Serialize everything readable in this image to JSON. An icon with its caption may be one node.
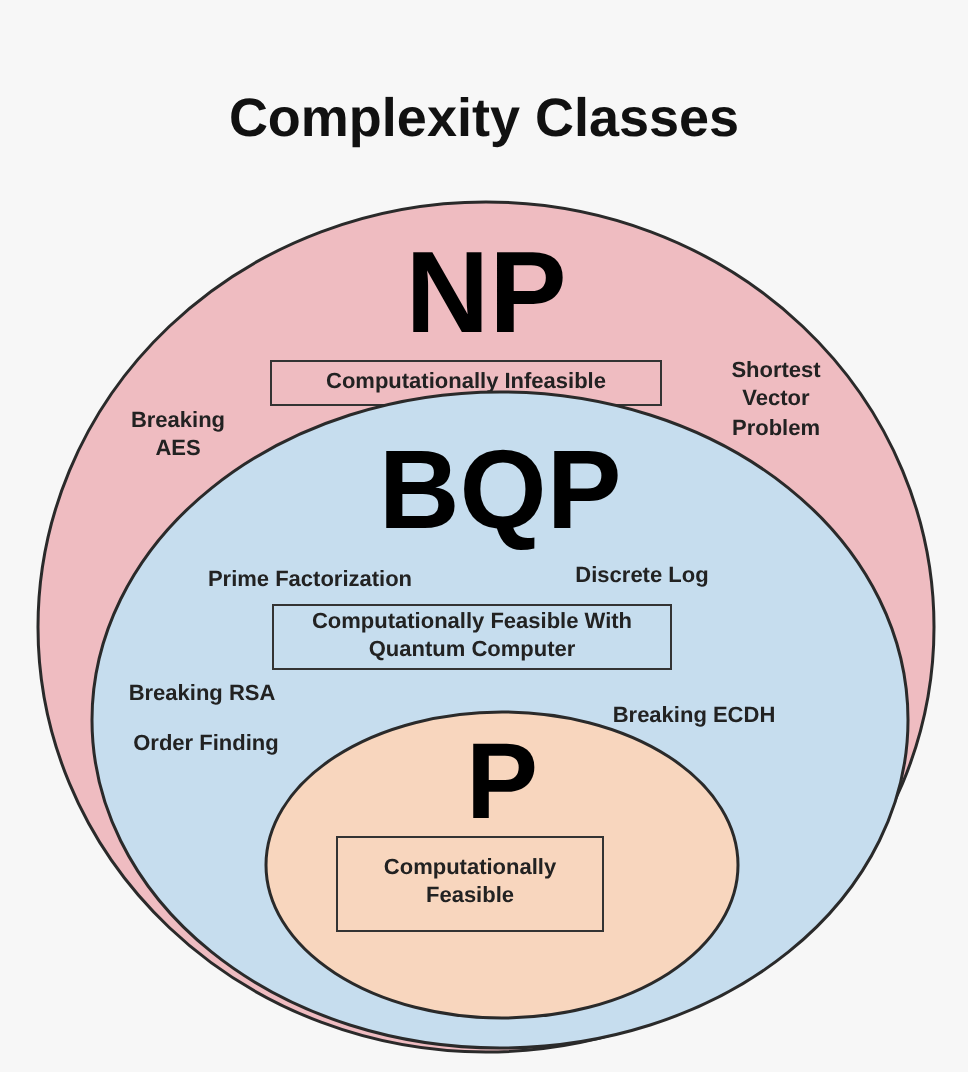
{
  "diagram": {
    "title": "Complexity Classes",
    "nodes": [
      {
        "text": [
          "NP"
        ]
      },
      {
        "text": [
          "Computationally Infeasible"
        ],
        "in": 0
      },
      {
        "text": [
          "BQP"
        ],
        "in": 0
      },
      {
        "text": [
          "Computationally Feasible With Quantum Computer"
        ],
        "in": 2
      },
      {
        "text": [
          "P"
        ],
        "in": 2
      },
      {
        "text": [
          "Computationally Feasible"
        ],
        "in": 4
      }
    ],
    "labels": [
      "Breaking AES",
      "Shortest Vector Problem",
      "Prime Factorization",
      "Discrete Log",
      "Breaking RSA",
      "Order Finding",
      "Breaking ECDH"
    ]
  }
}
